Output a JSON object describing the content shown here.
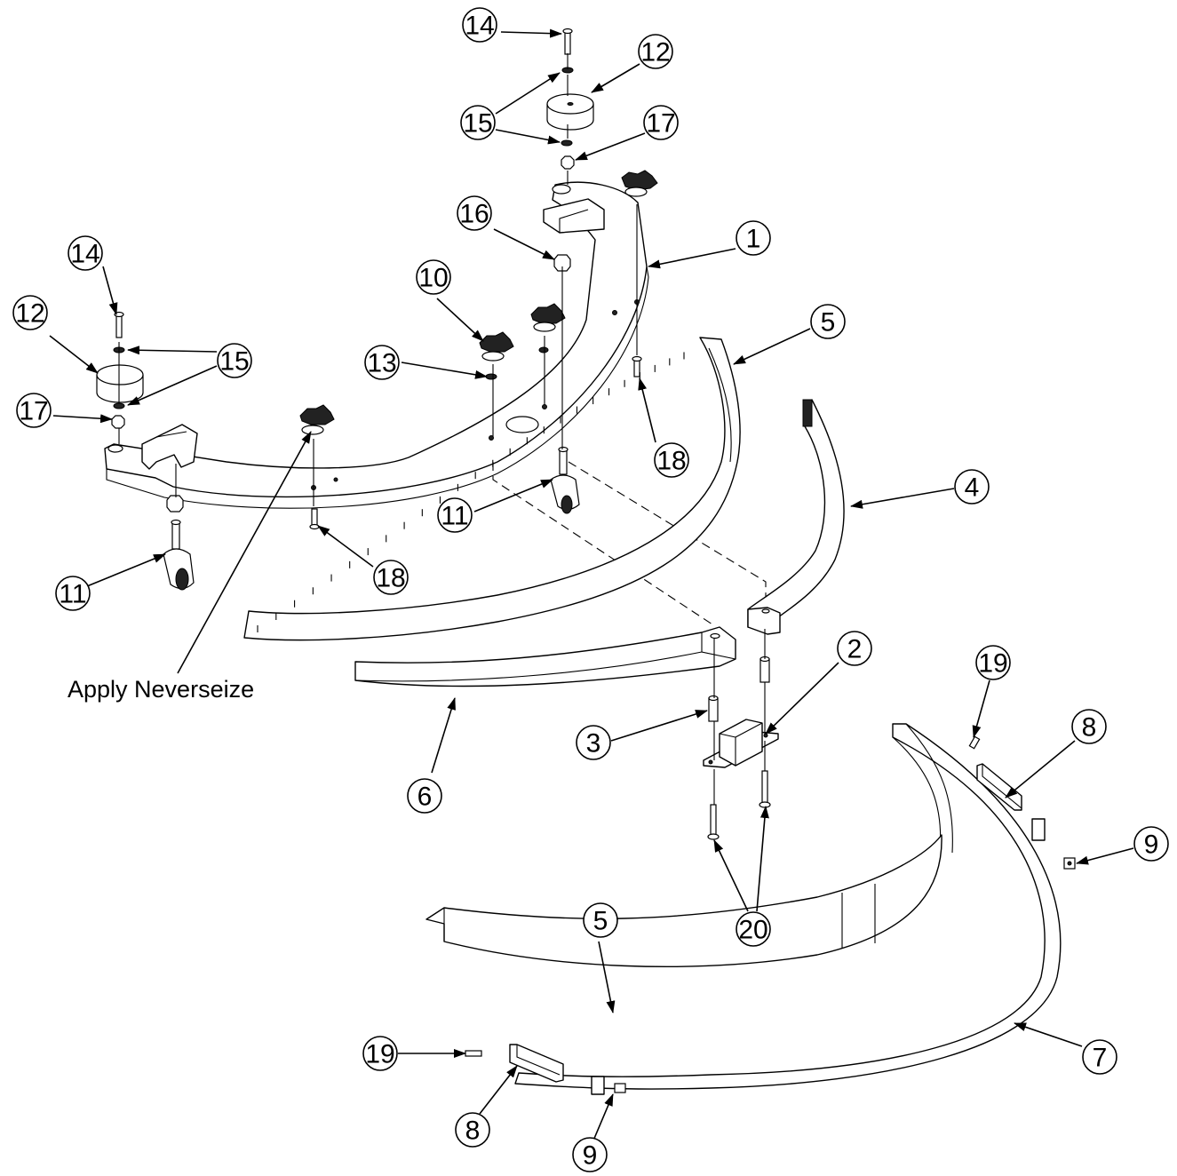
{
  "balloons": [
    {
      "label": "14"
    },
    {
      "label": "12"
    },
    {
      "label": "15"
    },
    {
      "label": "17"
    },
    {
      "label": "16"
    },
    {
      "label": "1"
    },
    {
      "label": "14"
    },
    {
      "label": "10"
    },
    {
      "label": "12"
    },
    {
      "label": "15"
    },
    {
      "label": "13"
    },
    {
      "label": "5"
    },
    {
      "label": "17"
    },
    {
      "label": "18"
    },
    {
      "label": "4"
    },
    {
      "label": "11"
    },
    {
      "label": "18"
    },
    {
      "label": "11"
    },
    {
      "label": "2"
    },
    {
      "label": "19"
    },
    {
      "label": "3"
    },
    {
      "label": "8"
    },
    {
      "label": "6"
    },
    {
      "label": "9"
    },
    {
      "label": "20"
    },
    {
      "label": "5"
    },
    {
      "label": "19"
    },
    {
      "label": "7"
    },
    {
      "label": "8"
    },
    {
      "label": "9"
    }
  ],
  "note": {
    "text": "Apply Neverseize"
  }
}
